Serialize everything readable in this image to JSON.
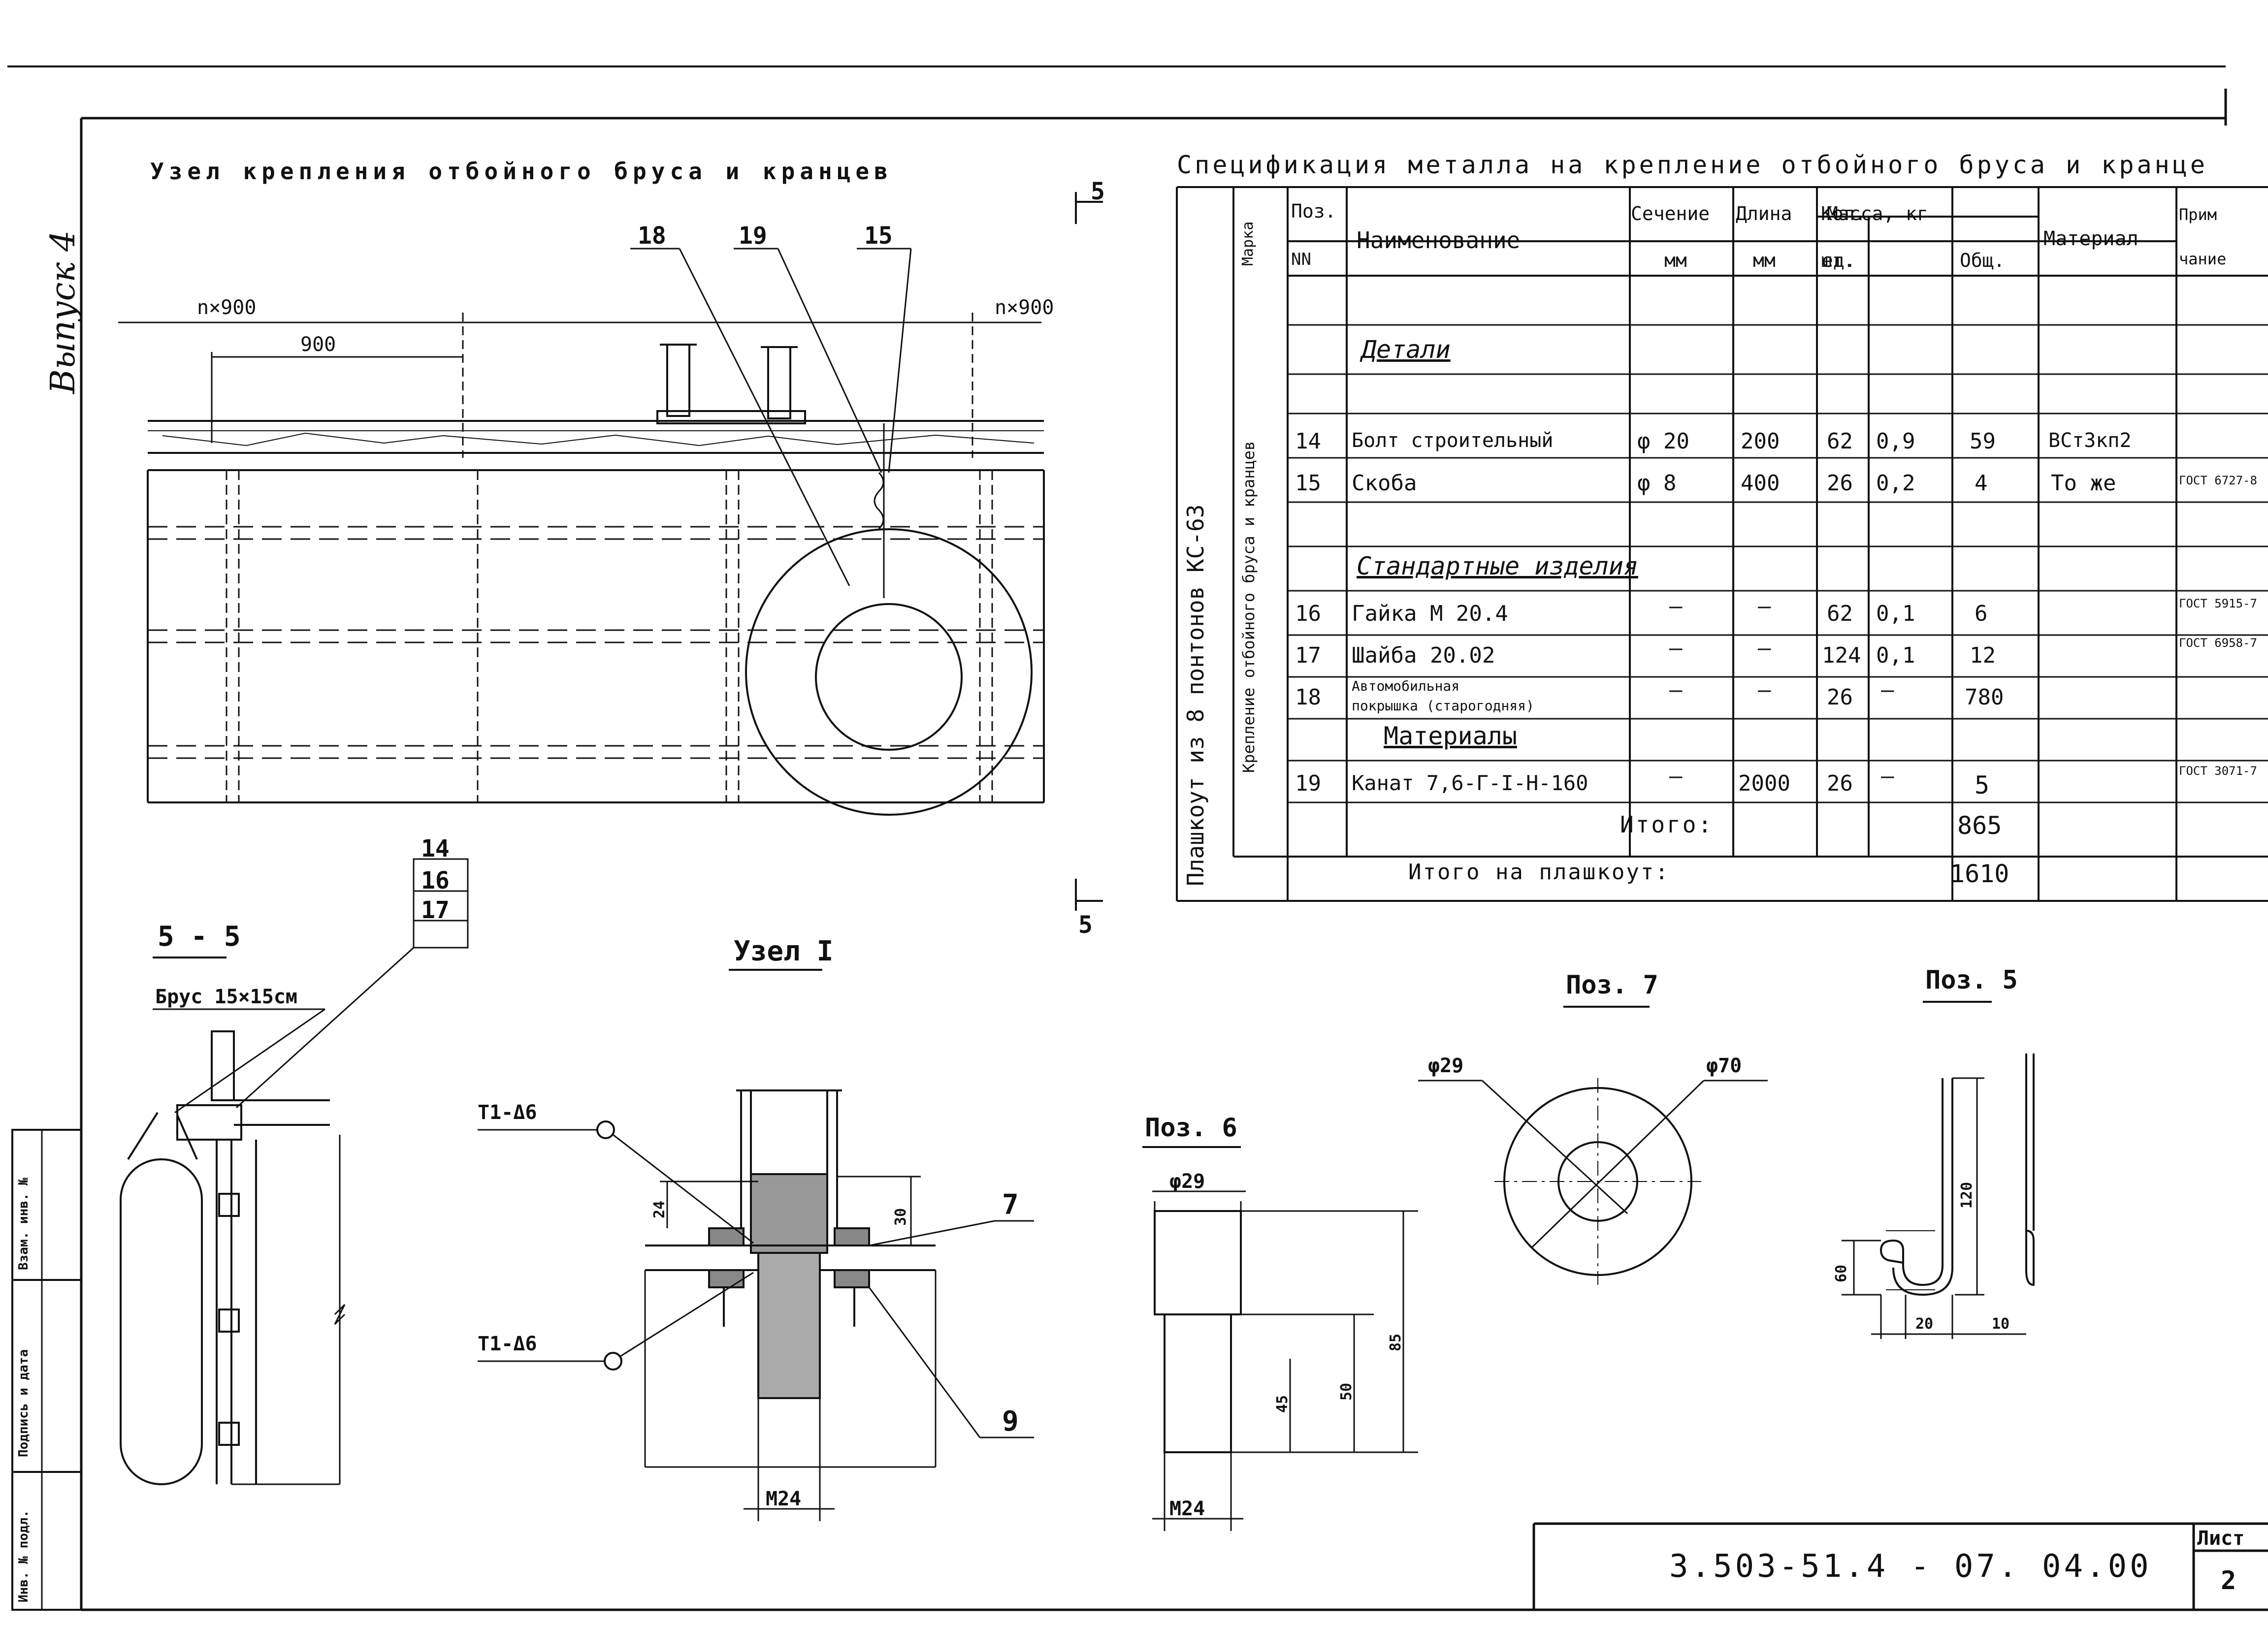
{
  "sheet": {
    "series_label": "Выпуск 4",
    "drawing_title": "Узел крепления отбойного бруса и кранцев",
    "section_mark_number": "5",
    "section_mark_number_bottom": "5",
    "doc_number": "3.503-51.4 - 07. 04.00",
    "sheet_label": "Лист",
    "sheet_number": "2",
    "stamp": {
      "inv_podl": "Инв. № подл.",
      "podpis_data": "Подпись и дата",
      "vzam_inv": "Взам. инв. №"
    }
  },
  "main_view": {
    "dim_left": "n×900",
    "dim_right": "n×900",
    "dim_middle": "900",
    "callouts": [
      "18",
      "19",
      "15"
    ]
  },
  "section_5_5": {
    "title": "5 - 5",
    "beam_label": "Брус 15×15см",
    "callout_stack": [
      "14",
      "16",
      "17"
    ]
  },
  "node_1": {
    "title": "Узел I",
    "weld_top": "Т1-Δ6",
    "weld_bottom": "Т1-Δ6",
    "dim_24": "24",
    "dim_30": "30",
    "thread": "M24",
    "callout_7": "7",
    "callout_9": "9"
  },
  "pos_6": {
    "title": "Поз. 6",
    "diameter": "φ29",
    "thread": "M24",
    "dim_45": "45",
    "dim_50": "50",
    "dim_85": "85"
  },
  "pos_7": {
    "title": "Поз. 7",
    "inner_diameter": "φ29",
    "outer_diameter": "φ70"
  },
  "pos_5": {
    "title": "Поз. 5",
    "dim_60": "60",
    "dim_120": "120",
    "dim_20": "20",
    "dim_10": "10"
  },
  "spec": {
    "title": "Спецификация металла на крепление отбойного бруса и кранце",
    "headers": {
      "marka": "Марка",
      "pos": "Поз.",
      "pos_nn": "NN",
      "name": "Наименование",
      "section": "Сечение",
      "section_unit": "мм",
      "length": "Длина",
      "length_unit": "мм",
      "qty": "Кол.",
      "qty_unit": "шт.",
      "mass": "Масса, кг",
      "mass_unit": "ед.",
      "mass_total": "Общ.",
      "material": "Материал",
      "note_1": "Прим",
      "note_2": "чание"
    },
    "side_label_outer": "Плашкоут из 8 понтонов  КС-63",
    "side_label_inner": "Крепление отбойного бруса и кранцев",
    "groups": {
      "details": "Детали",
      "standard": "Стандартные изделия",
      "materials": "Материалы"
    },
    "rows": [
      {
        "pos": "14",
        "name": "Болт строительный",
        "section": "φ 20",
        "length": "200",
        "qty": "62",
        "mass_unit": "0,9",
        "mass_total": "59",
        "material": "ВСт3кп2",
        "note": ""
      },
      {
        "pos": "15",
        "name": "Скоба",
        "section": "φ 8",
        "length": "400",
        "qty": "26",
        "mass_unit": "0,2",
        "mass_total": "4",
        "material": "То же",
        "note": "ГОСТ 6727-8"
      },
      {
        "pos": "16",
        "name": "Гайка  М 20.4",
        "section": "—",
        "length": "—",
        "qty": "62",
        "mass_unit": "0,1",
        "mass_total": "6",
        "material": "",
        "note": "ГОСТ 5915-7"
      },
      {
        "pos": "17",
        "name": "Шайба  20.02",
        "section": "—",
        "length": "—",
        "qty": "124",
        "mass_unit": "0,1",
        "mass_total": "12",
        "material": "",
        "note": "ГОСТ 6958-7"
      },
      {
        "pos": "18",
        "name_line1": "Автомобильная",
        "name_line2": "покрышка (старогодняя)",
        "section": "—",
        "length": "—",
        "qty": "26",
        "mass_unit": "—",
        "mass_total": "780",
        "material": "",
        "note": ""
      },
      {
        "pos": "19",
        "name": "Канат 7,6-Г-I-Н-160",
        "section": "—",
        "length": "2000",
        "qty": "26",
        "mass_unit": "—",
        "mass_total": "5",
        "material": "",
        "note": "ГОСТ 3071-7"
      }
    ],
    "total_label": "Итого:",
    "total_value": "865",
    "grand_total_label": "Итого на плашкоут:",
    "grand_total_value": "1610"
  },
  "colors": {
    "ink": "#111111",
    "paper": "#ffffff"
  }
}
